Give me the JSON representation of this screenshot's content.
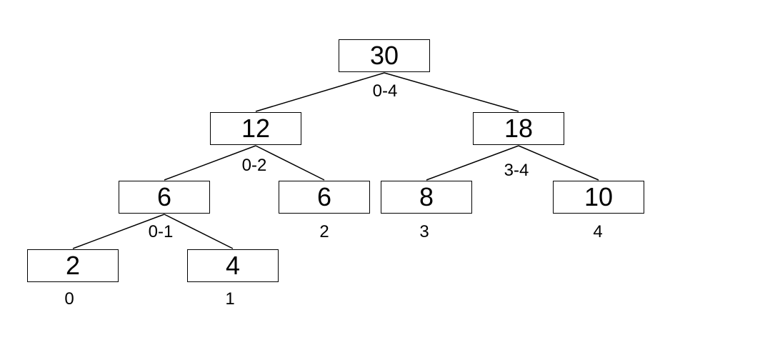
{
  "tree": {
    "nodes": {
      "root": {
        "value": "30",
        "range": "0-4"
      },
      "left": {
        "value": "12",
        "range": "0-2"
      },
      "right": {
        "value": "18",
        "range": "3-4"
      },
      "left_left": {
        "value": "6",
        "range": "0-1"
      },
      "left_right": {
        "value": "6",
        "range": "2"
      },
      "right_left": {
        "value": "8",
        "range": "3"
      },
      "right_right": {
        "value": "10",
        "range": "4"
      },
      "leaf_0": {
        "value": "2",
        "range": "0"
      },
      "leaf_1": {
        "value": "4",
        "range": "1"
      }
    },
    "edges": [
      [
        "root",
        "left"
      ],
      [
        "root",
        "right"
      ],
      [
        "left",
        "left_left"
      ],
      [
        "left",
        "left_right"
      ],
      [
        "right",
        "right_left"
      ],
      [
        "right",
        "right_right"
      ],
      [
        "left_left",
        "leaf_0"
      ],
      [
        "left_left",
        "leaf_1"
      ]
    ]
  }
}
